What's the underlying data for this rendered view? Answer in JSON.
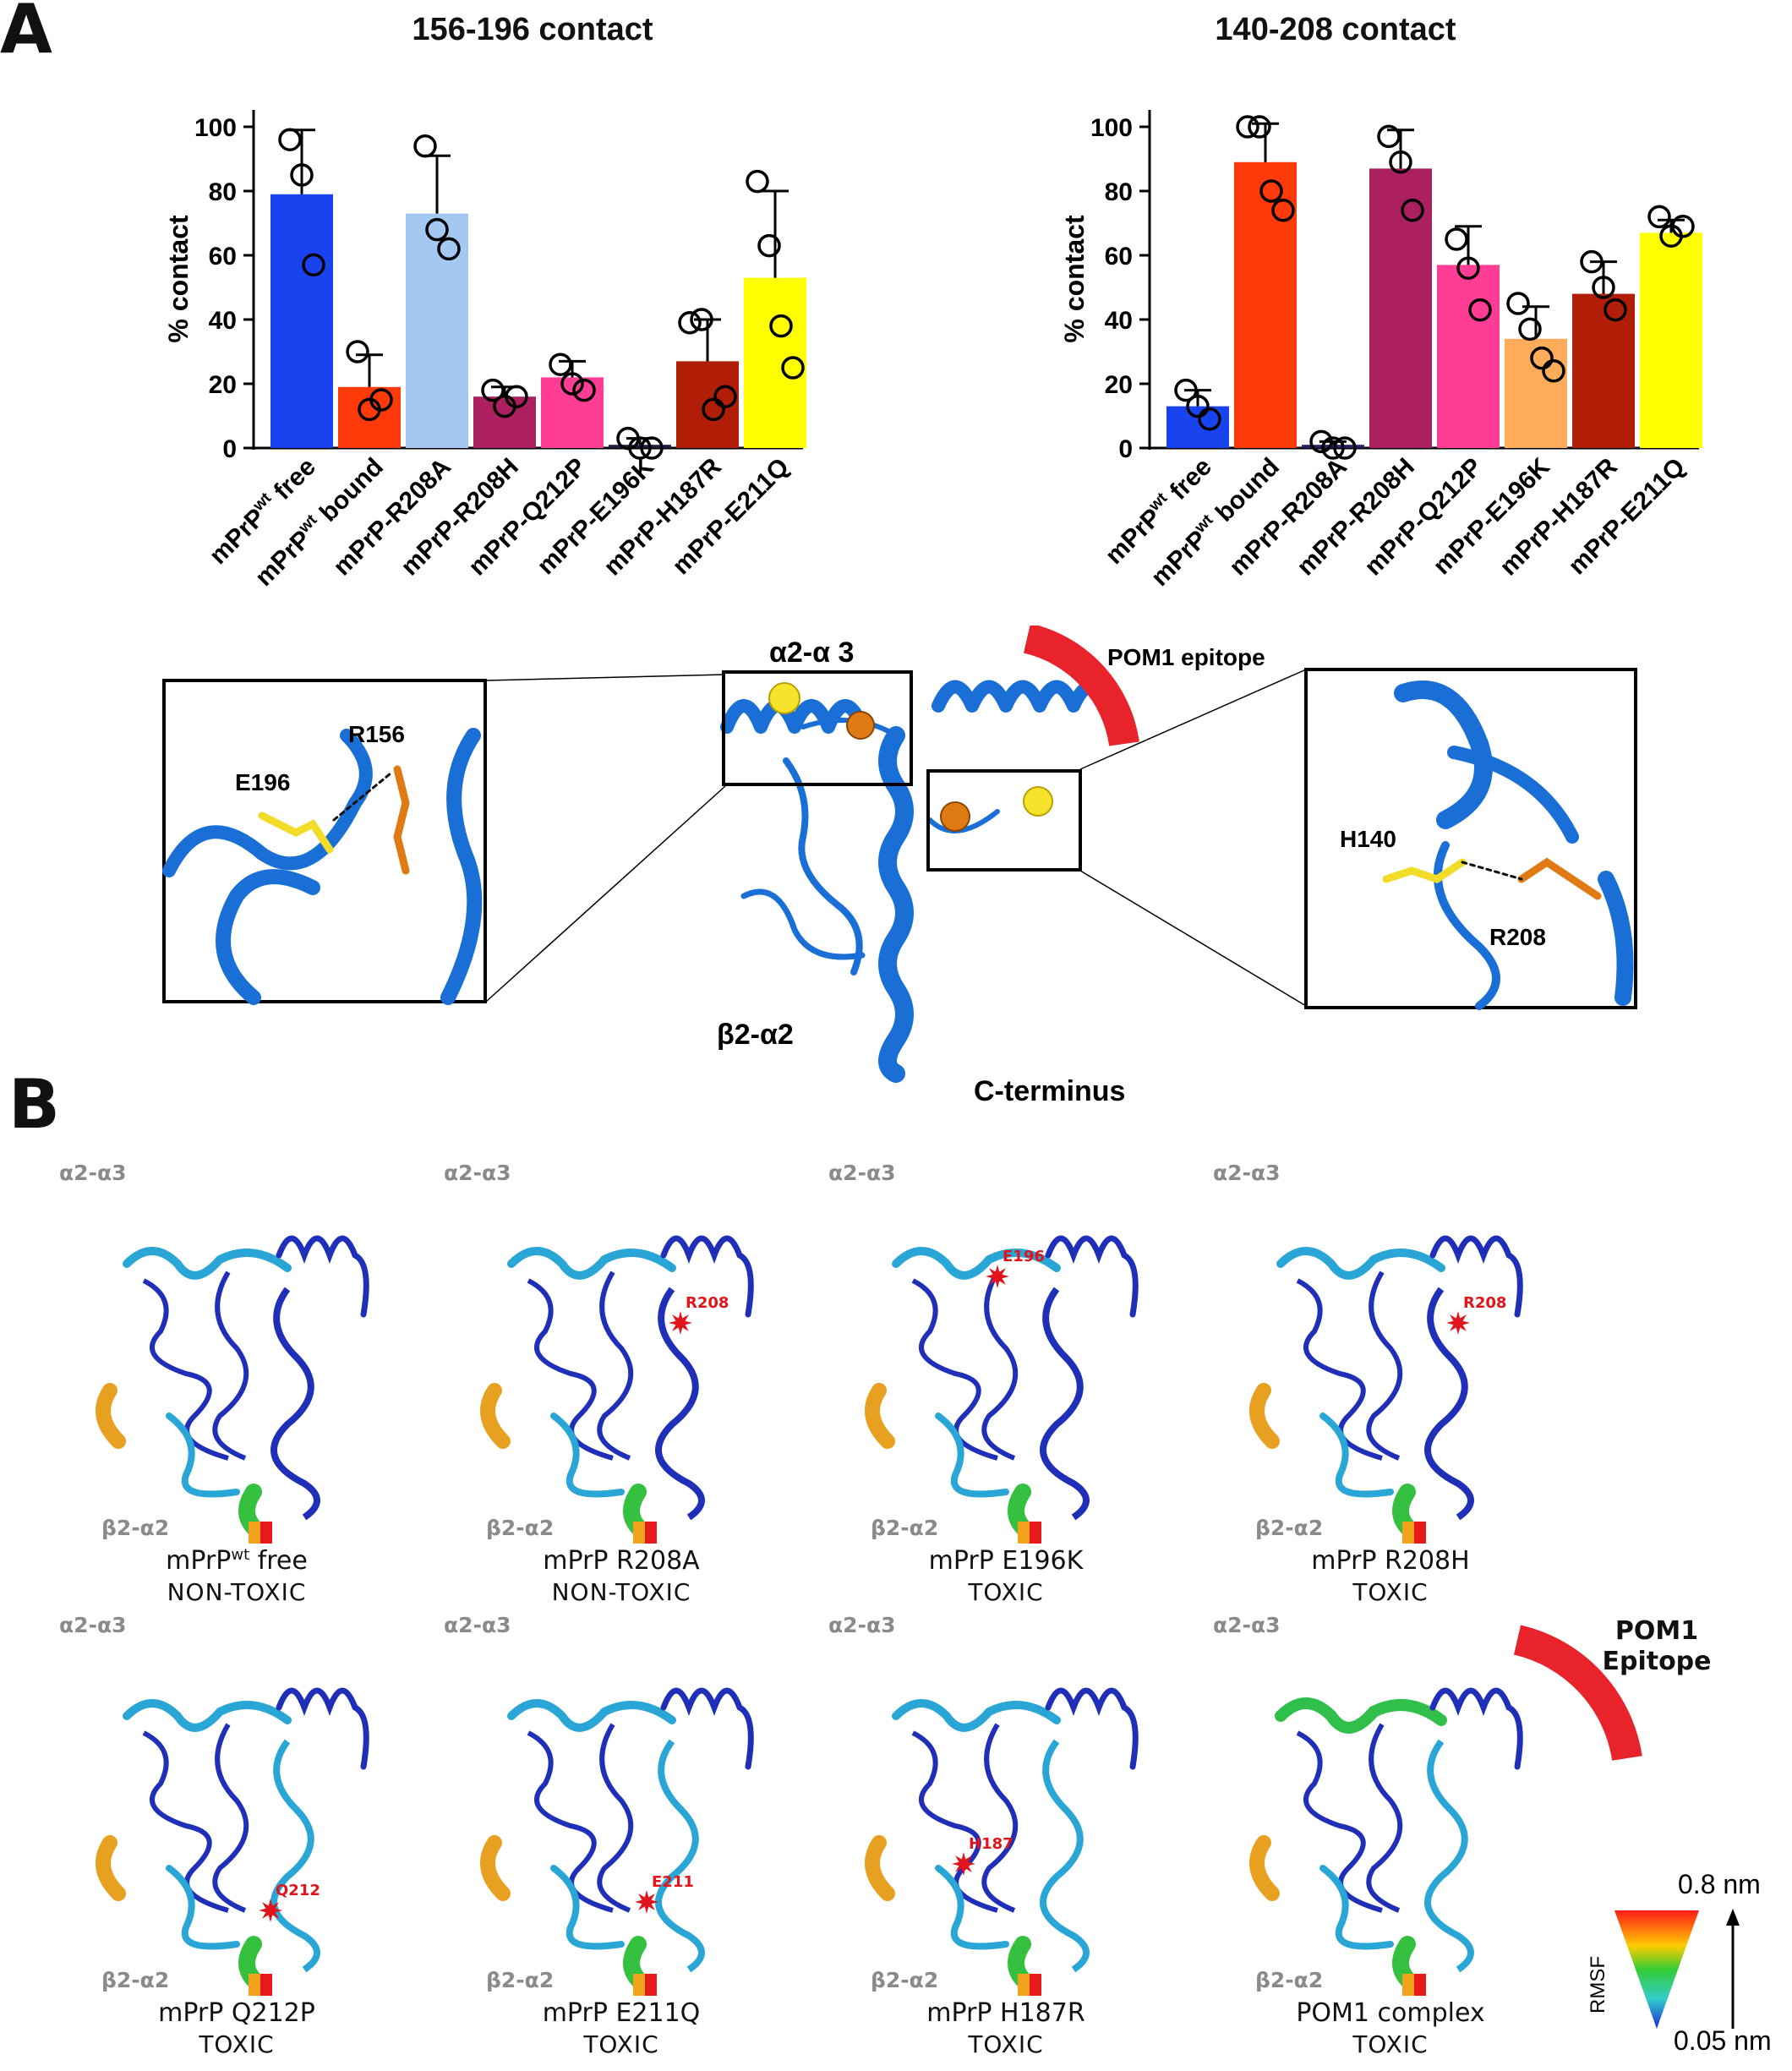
{
  "panel_labels": {
    "a": "A",
    "b": "B"
  },
  "chart_data": [
    {
      "type": "bar",
      "title": "156-196 contact",
      "ylabel": "% contact",
      "xlabel": "",
      "ylim": [
        0,
        100
      ],
      "yticks": [
        0,
        20,
        40,
        60,
        80,
        100
      ],
      "categories": [
        "mPrPwt free",
        "mPrPwt bound",
        "mPrP-R208A",
        "mPrP-R208H",
        "mPrP-Q212P",
        "mPrP-E196K",
        "mPrP-H187R",
        "mPrP-E211Q"
      ],
      "values": [
        79,
        19,
        73,
        16,
        22,
        1,
        27,
        53
      ],
      "errors": [
        20,
        10,
        18,
        3,
        5,
        2,
        13,
        27
      ],
      "points": [
        [
          96,
          85,
          57
        ],
        [
          30,
          12,
          15
        ],
        [
          94,
          68,
          62
        ],
        [
          18,
          13,
          16
        ],
        [
          26,
          20,
          18
        ],
        [
          3,
          0,
          0
        ],
        [
          39,
          40,
          12,
          16
        ],
        [
          83,
          63,
          38,
          25
        ]
      ],
      "colors": [
        "#1a43f0",
        "#ff3a0a",
        "#a3c8f2",
        "#ad2060",
        "#ff3d94",
        "#1f1f44",
        "#b01e08",
        "#ffff00"
      ]
    },
    {
      "type": "bar",
      "title": "140-208 contact",
      "ylabel": "% contact",
      "xlabel": "",
      "ylim": [
        0,
        100
      ],
      "yticks": [
        0,
        20,
        40,
        60,
        80,
        100
      ],
      "categories": [
        "mPrPwt free",
        "mPrPwt bound",
        "mPrP-R208A",
        "mPrP-R208H",
        "mPrP-Q212P",
        "mPrP-E196K",
        "mPrP-H187R",
        "mPrP-E211Q"
      ],
      "values": [
        13,
        89,
        1,
        87,
        57,
        34,
        48,
        67
      ],
      "errors": [
        5,
        12,
        1,
        12,
        12,
        10,
        10,
        4
      ],
      "points": [
        [
          18,
          13,
          9
        ],
        [
          100,
          100,
          80,
          74
        ],
        [
          2,
          0,
          0
        ],
        [
          97,
          89,
          74
        ],
        [
          65,
          56,
          43
        ],
        [
          45,
          37,
          28,
          24
        ],
        [
          58,
          50,
          43
        ],
        [
          72,
          66,
          69
        ]
      ],
      "colors": [
        "#1a43f0",
        "#ff3a0a",
        "#222266",
        "#ad2060",
        "#ff3d94",
        "#ffac5a",
        "#b01e08",
        "#ffff00"
      ]
    }
  ],
  "structure_labels": {
    "a2a3": "α2-α 3",
    "pom1_epitope": "POM1 epitope",
    "b2a2": "β2-α2",
    "c_terminus": "C-terminus",
    "e196": "E196",
    "r156": "R156",
    "h140": "H140",
    "r208": "R208"
  },
  "rmsf_panels": [
    {
      "name": "mPrPwt free",
      "toxicity": "NON-TOXIC",
      "mutation": ""
    },
    {
      "name": "mPrP R208A",
      "toxicity": "NON-TOXIC",
      "mutation": "R208"
    },
    {
      "name": "mPrP E196K",
      "toxicity": "TOXIC",
      "mutation": "E196"
    },
    {
      "name": "mPrP R208H",
      "toxicity": "TOXIC",
      "mutation": "R208"
    },
    {
      "name": "mPrP Q212P",
      "toxicity": "TOXIC",
      "mutation": "Q212"
    },
    {
      "name": "mPrP E211Q",
      "toxicity": "TOXIC",
      "mutation": "E211"
    },
    {
      "name": "mPrP H187R",
      "toxicity": "TOXIC",
      "mutation": "H187"
    },
    {
      "name": "POM1 complex",
      "toxicity": "TOXIC",
      "mutation": ""
    }
  ],
  "rmsf_region_labels": {
    "top": "α2-α3",
    "bottom": "β2-α2"
  },
  "pom1_epitope_b": {
    "line1": "POM1",
    "line2": "Epitope"
  },
  "legend": {
    "max": "0.8 nm",
    "min": "0.05 nm",
    "label": "RMSF"
  },
  "colors": {
    "ribbon": "#1a6fd6",
    "epitope": "#e8232c",
    "mutation": "#e0141a"
  }
}
